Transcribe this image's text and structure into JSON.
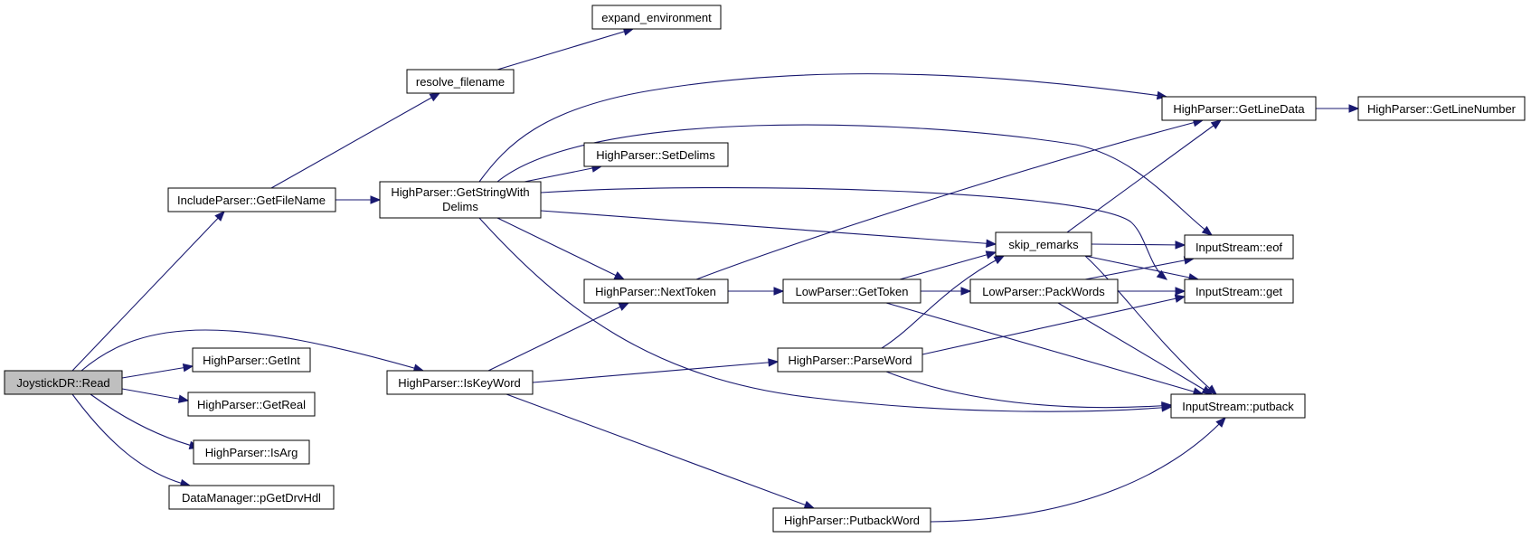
{
  "graph": {
    "edge_color": "#191970",
    "root_fill": "#bfbfbf",
    "nodes": {
      "joystick_read": "JoystickDR::Read",
      "get_file_name": "IncludeParser::GetFileName",
      "resolve_filename": "resolve_filename",
      "expand_environment": "expand_environment",
      "get_string_with_delims_1": "HighParser::GetStringWith",
      "get_string_with_delims_2": "Delims",
      "set_delims": "HighParser::SetDelims",
      "next_token": "HighParser::NextToken",
      "get_token": "LowParser::GetToken",
      "pack_words": "LowParser::PackWords",
      "skip_remarks": "skip_remarks",
      "get_line_data": "HighParser::GetLineData",
      "get_line_number": "HighParser::GetLineNumber",
      "eof": "InputStream::eof",
      "get": "InputStream::get",
      "putback": "InputStream::putback",
      "is_key_word": "HighParser::IsKeyWord",
      "parse_word": "HighParser::ParseWord",
      "putback_word": "HighParser::PutbackWord",
      "get_int": "HighParser::GetInt",
      "get_real": "HighParser::GetReal",
      "is_arg": "HighParser::IsArg",
      "p_get_drv_hdl": "DataManager::pGetDrvHdl"
    }
  }
}
